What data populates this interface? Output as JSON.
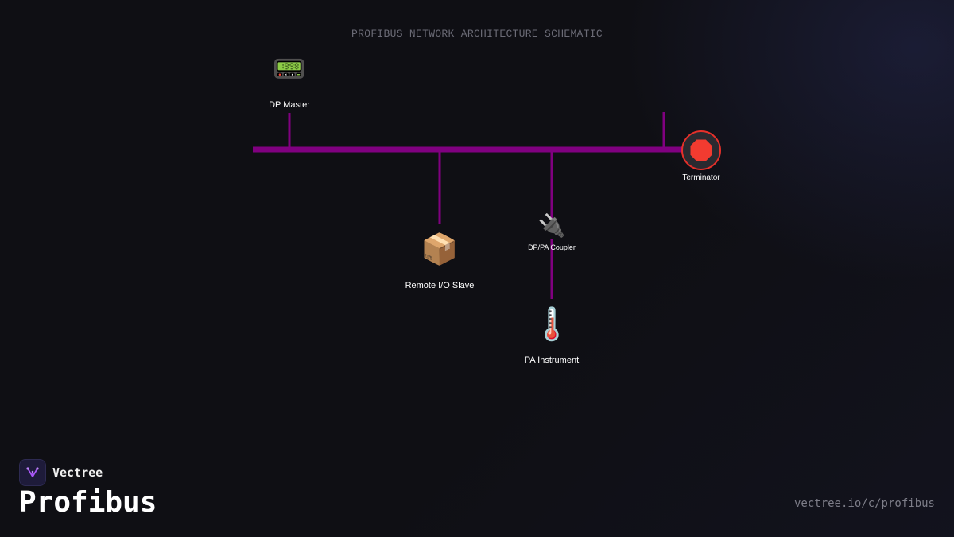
{
  "title": "PROFIBUS NETWORK ARCHITECTURE SCHEMATIC",
  "colors": {
    "background": "#0f0f14",
    "bus": "#800080",
    "terminator_ring": "#e5302a",
    "stop_sign": "#f23b30",
    "text": "#ffffff",
    "muted_text": "#6b6b76"
  },
  "nodes": {
    "dp_master": {
      "label": "DP Master",
      "icon": "pager-icon",
      "glyph": "📟"
    },
    "remote_io": {
      "label": "Remote I/O Slave",
      "icon": "package-icon",
      "glyph": "📦"
    },
    "coupler": {
      "label": "DP/PA Coupler",
      "icon": "plug-icon",
      "glyph": "🔌"
    },
    "pa_instrument": {
      "label": "PA Instrument",
      "icon": "thermometer-icon",
      "glyph": "🌡️"
    },
    "terminator": {
      "label": "Terminator",
      "icon": "stop-sign-icon"
    }
  },
  "edges": [
    {
      "from": "dp_master",
      "to": "bus"
    },
    {
      "from": "remote_io",
      "to": "bus"
    },
    {
      "from": "coupler",
      "to": "bus"
    },
    {
      "from": "coupler",
      "to": "pa_instrument"
    },
    {
      "from": "terminator",
      "to": "bus"
    }
  ],
  "footer": {
    "brand_name": "Vectree",
    "brand_icon": "vectree-logo-icon",
    "page_title": "Profibus",
    "url": "vectree.io/c/profibus"
  }
}
